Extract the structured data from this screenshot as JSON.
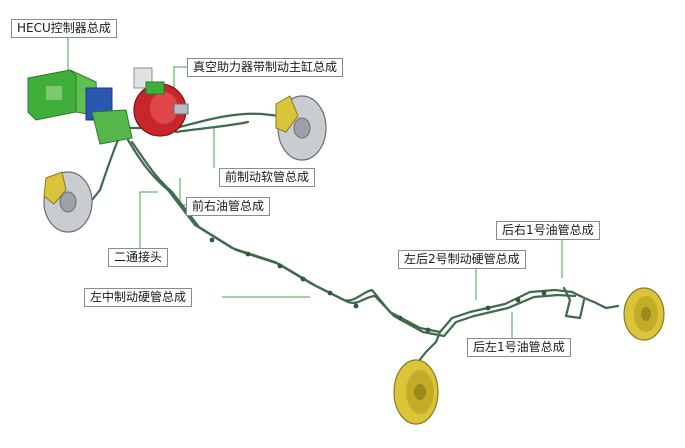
{
  "labels": {
    "hecu": "HECU控制器总成",
    "booster": "真空助力器带制动主缸总成",
    "front_hose": "前制动软管总成",
    "front_right_pipe": "前右油管总成",
    "two_way_joint": "二通接头",
    "left_middle_pipe": "左中制动硬管总成",
    "rear_left_2_pipe": "左后2号制动硬管总成",
    "rear_right_1_pipe": "后右1号油管总成",
    "rear_left_1_pipe": "后左1号油管总成"
  },
  "colors": {
    "pipe": "#3f6b4c",
    "hecu_green": "#3fae3a",
    "booster_red": "#c8262a",
    "disc_gray": "#c9ccd0",
    "drum_yellow": "#d9c43a",
    "leader": "#3aa845"
  }
}
